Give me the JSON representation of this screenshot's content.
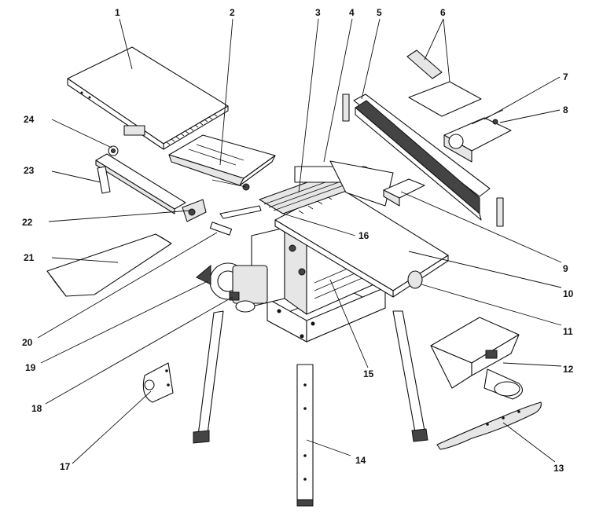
{
  "diagram": {
    "callouts": [
      {
        "id": "callout-1",
        "label": "1"
      },
      {
        "id": "callout-2",
        "label": "2"
      },
      {
        "id": "callout-3",
        "label": "3"
      },
      {
        "id": "callout-4",
        "label": "4"
      },
      {
        "id": "callout-5",
        "label": "5"
      },
      {
        "id": "callout-6",
        "label": "6"
      },
      {
        "id": "callout-7",
        "label": "7"
      },
      {
        "id": "callout-8",
        "label": "8"
      },
      {
        "id": "callout-9",
        "label": "9"
      },
      {
        "id": "callout-10",
        "label": "10"
      },
      {
        "id": "callout-11",
        "label": "11"
      },
      {
        "id": "callout-12",
        "label": "12"
      },
      {
        "id": "callout-13",
        "label": "13"
      },
      {
        "id": "callout-14",
        "label": "14"
      },
      {
        "id": "callout-15",
        "label": "15"
      },
      {
        "id": "callout-16",
        "label": "16"
      },
      {
        "id": "callout-17",
        "label": "17"
      },
      {
        "id": "callout-18",
        "label": "18"
      },
      {
        "id": "callout-19",
        "label": "19"
      },
      {
        "id": "callout-20",
        "label": "20"
      },
      {
        "id": "callout-21",
        "label": "21"
      },
      {
        "id": "callout-22",
        "label": "22"
      },
      {
        "id": "callout-23",
        "label": "23"
      },
      {
        "id": "callout-24",
        "label": "24"
      }
    ]
  }
}
